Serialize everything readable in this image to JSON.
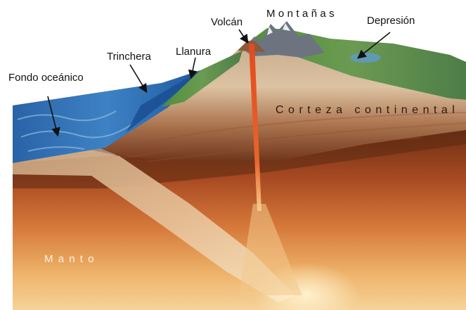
{
  "labels": {
    "volcano": "Volcán",
    "mountains": "Montañas",
    "depression": "Depresión",
    "trench": "Trinchera",
    "plain": "Llanura",
    "ocean_floor": "Fondo oceánico",
    "continental_crust": "Corteza continental",
    "mantle": "Manto"
  },
  "colors": {
    "ocean": "#2f74b8",
    "ocean_light": "#6fa6d6",
    "land_green": "#5a8a3c",
    "mountain_gray": "#7a7f86",
    "crust": "#d8b58d",
    "mantle_dark": "#5b2a13",
    "mantle": "#c9632f",
    "mantle_light": "#f3c685",
    "magma": "#e0502a",
    "text": "#111111",
    "text_light": "#ffffff"
  }
}
